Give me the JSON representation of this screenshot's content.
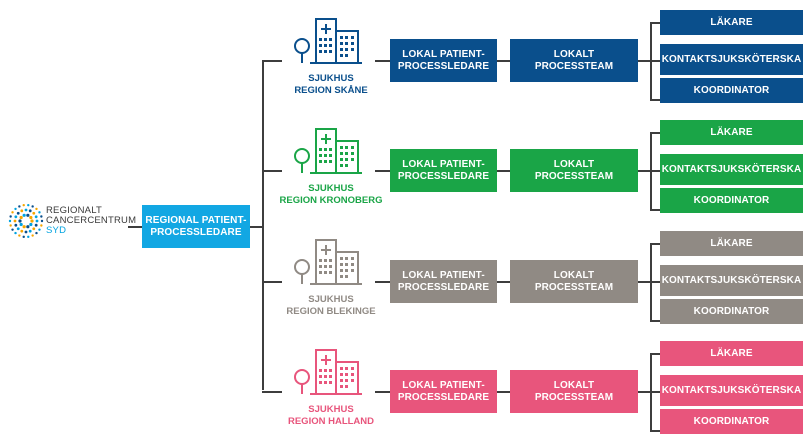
{
  "logo": {
    "line1": "REGIONALT",
    "line2": "CANCERCENTRUM",
    "line3": "SYD",
    "accent_color": "#00a3e0"
  },
  "central": {
    "label": "REGIONAL PATIENT-\nPROCESSLEDARE",
    "color": "#12a7e3"
  },
  "hospitals": [
    {
      "name": "SJUKHUS\nREGION SKÅNE",
      "color": "#0a4f8c",
      "icon": "hospital-icon",
      "local_leader": "LOKAL PATIENT-\nPROCESSLEDARE",
      "local_team": "LOKALT\nPROCESSTEAM",
      "roles": [
        "LÄKARE",
        "KONTAKTSJUKSKÖTERSKA",
        "KOORDINATOR"
      ]
    },
    {
      "name": "SJUKHUS\nREGION KRONOBERG",
      "color": "#1aa547",
      "icon": "hospital-icon",
      "local_leader": "LOKAL PATIENT-\nPROCESSLEDARE",
      "local_team": "LOKALT\nPROCESSTEAM",
      "roles": [
        "LÄKARE",
        "KONTAKTSJUKSKÖTERSKA",
        "KOORDINATOR"
      ]
    },
    {
      "name": "SJUKHUS\nREGION BLEKINGE",
      "color": "#908a84",
      "icon": "hospital-icon",
      "local_leader": "LOKAL PATIENT-\nPROCESSLEDARE",
      "local_team": "LOKALT\nPROCESSTEAM",
      "roles": [
        "LÄKARE",
        "KONTAKTSJUKSKÖTERSKA",
        "KOORDINATOR"
      ]
    },
    {
      "name": "SJUKHUS\nREGION HALLAND",
      "color": "#e8557c",
      "icon": "hospital-icon",
      "local_leader": "LOKAL PATIENT-\nPROCESSLEDARE",
      "local_team": "LOKALT\nPROCESSTEAM",
      "roles": [
        "LÄKARE",
        "KONTAKTSJUKSKÖTERSKA",
        "KOORDINATOR"
      ]
    }
  ]
}
